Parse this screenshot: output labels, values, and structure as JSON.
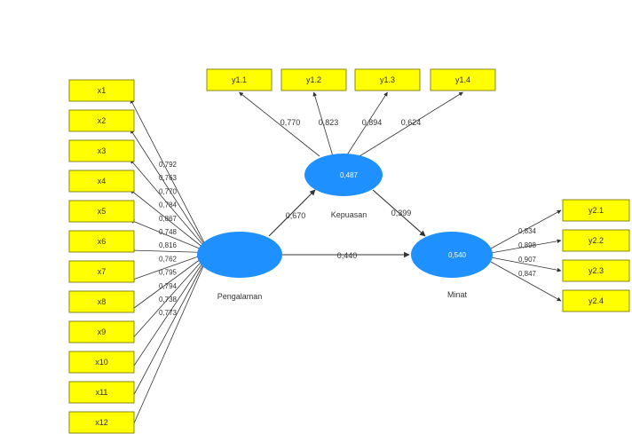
{
  "indicators_left": [
    "x1",
    "x2",
    "x3",
    "x4",
    "x5",
    "x6",
    "x7",
    "x8",
    "x9",
    "x10",
    "x11",
    "x12"
  ],
  "loadings_left": [
    "0,792",
    "0,763",
    "0,770",
    "0,784",
    "0,867",
    "0,748",
    "0,816",
    "0,762",
    "0,795",
    "0,794",
    "0,738",
    "0,773"
  ],
  "indicators_top": [
    "y1.1",
    "y1.2",
    "y1.3",
    "y1.4"
  ],
  "loadings_top": [
    "0,770",
    "0,823",
    "0,894",
    "0,624"
  ],
  "indicators_right": [
    "y2.1",
    "y2.2",
    "y2.3",
    "y2.4"
  ],
  "loadings_right": [
    "0,834",
    "0,898",
    "0,907",
    "0,847"
  ],
  "constructs": {
    "pengalaman": {
      "name": "Pengalaman",
      "value": ""
    },
    "kepuasan": {
      "name": "Kepuasan",
      "value": "0,487"
    },
    "minat": {
      "name": "Minat",
      "value": "0,540"
    }
  },
  "paths": {
    "pengalaman_kepuasan": "0,670",
    "kepuasan_minat": "0,399",
    "pengalaman_minat": "0,440"
  },
  "colors": {
    "indicator": "#ffff00",
    "construct": "#1e90ff",
    "line": "#333333"
  }
}
